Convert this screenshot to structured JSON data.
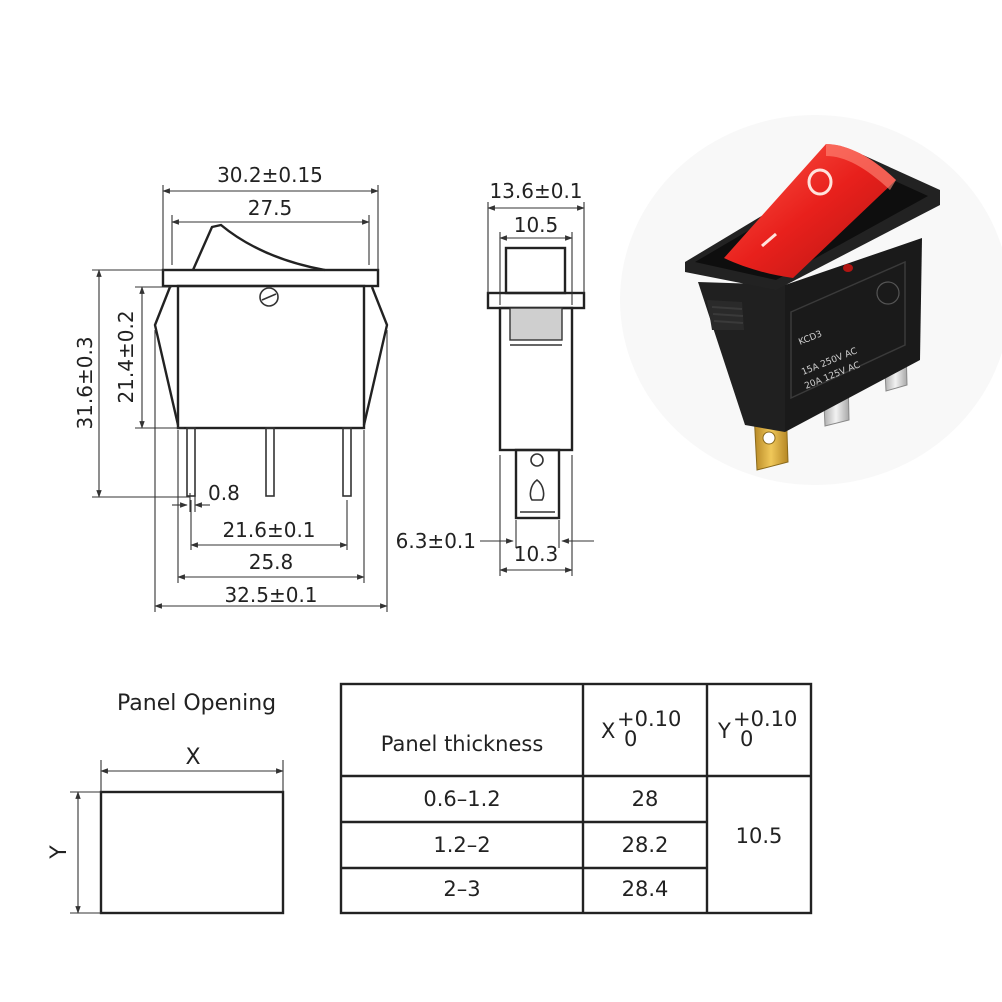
{
  "front_view": {
    "dims": {
      "overall_width": "30.2±0.15",
      "rocker_width": "27.5",
      "overall_height": "31.6±0.3",
      "body_height": "21.4±0.2",
      "pin_width": "0.8",
      "pin_span": "21.6±0.1",
      "body_width": "25.8",
      "clip_width": "32.5±0.1"
    }
  },
  "side_view": {
    "dims": {
      "bezel_depth": "13.6±0.1",
      "body_depth": "10.5",
      "terminal_width": "6.3±0.1",
      "bottom_width": "10.3"
    }
  },
  "product_photo": {
    "model": "KCD3",
    "rating_1": "15A 250V AC",
    "rating_2": "20A 125V AC",
    "on_symbol": "I",
    "off_symbol": "O",
    "colors": {
      "rocker": "#e8201c",
      "housing": "#1c1c1c",
      "terminal_gold": "#d4a63a",
      "terminal_silver": "#d6d6d6"
    }
  },
  "panel_opening": {
    "title": "Panel Opening",
    "x_label": "X",
    "y_label": "Y"
  },
  "table": {
    "header": {
      "thickness": "Panel thickness",
      "x_main": "X",
      "x_tol_upper": "+0.10",
      "x_tol_lower": "0",
      "y_main": "Y",
      "y_tol_upper": "+0.10",
      "y_tol_lower": "0"
    },
    "rows": [
      {
        "thickness": "0.6–1.2",
        "x": "28"
      },
      {
        "thickness": "1.2–2",
        "x": "28.2"
      },
      {
        "thickness": "2–3",
        "x": "28.4"
      }
    ],
    "y_value": "10.5"
  }
}
